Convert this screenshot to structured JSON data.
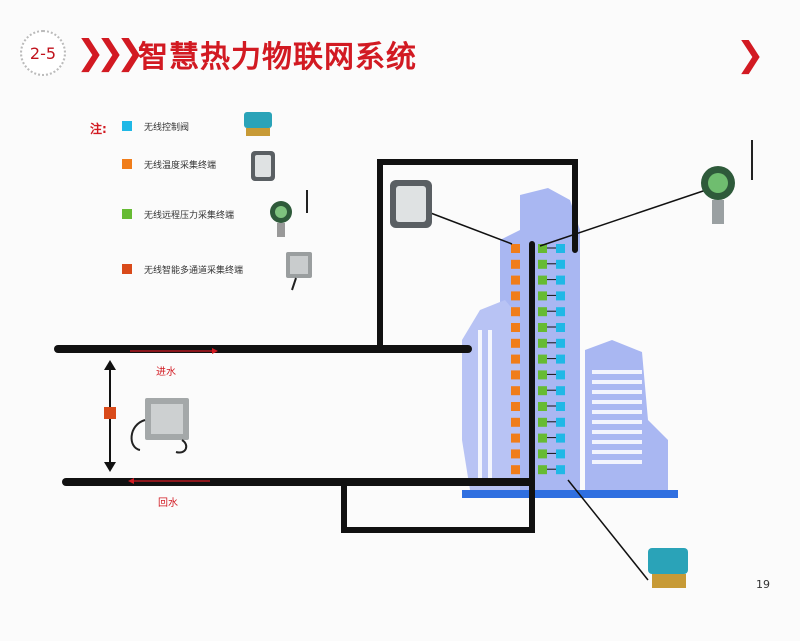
{
  "slide": {
    "badge": "2-5",
    "title": "智慧热力物联网系统",
    "page_number": "19"
  },
  "legend": {
    "prefix": "注:",
    "items": [
      {
        "label": "无线控制阀",
        "color": "#1fb8e6",
        "icon": "valve-actuator-icon"
      },
      {
        "label": "无线温度采集终端",
        "color": "#f07d1a",
        "icon": "thermostat-icon"
      },
      {
        "label": "无线远程压力采集终端",
        "color": "#66bb33",
        "icon": "pressure-transmitter-icon"
      },
      {
        "label": "无线智能多通道采集终端",
        "color": "#d94a1a",
        "icon": "multichannel-collector-icon"
      }
    ]
  },
  "pipes": {
    "supply_label": "进水",
    "return_label": "回水"
  },
  "colors": {
    "accent": "#d21a22",
    "building": "#a9b7f2",
    "building_dark": "#8ea0ea",
    "base": "#2f6fe0",
    "pipe": "#111111"
  },
  "floors": 15
}
